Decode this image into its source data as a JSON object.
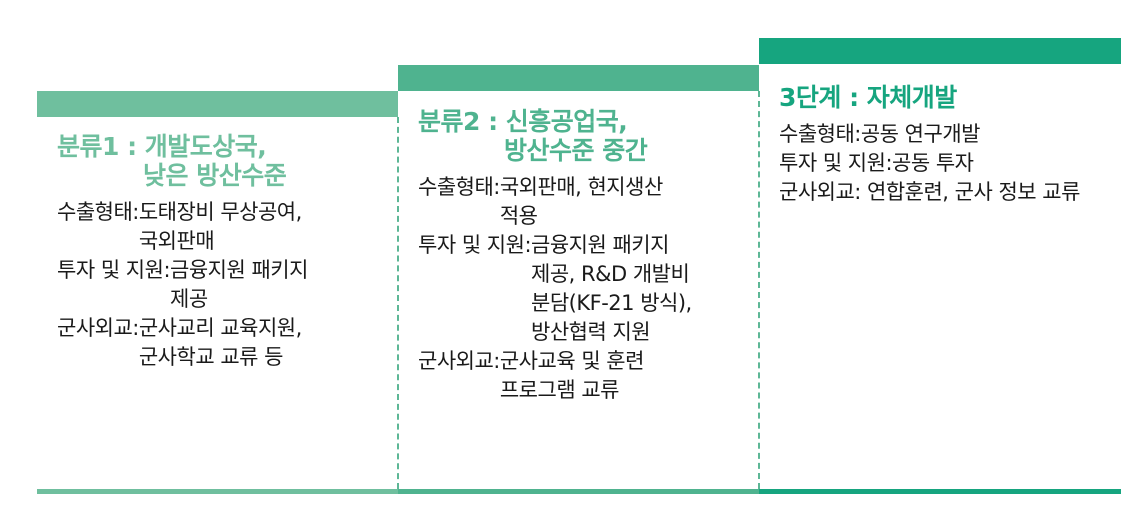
{
  "colors": {
    "stage1": "#6fbf9e",
    "stage2": "#4fb38f",
    "stage3": "#16a57f"
  },
  "stages": [
    {
      "heading_line1": "분류1 : 개발도상국,",
      "heading_line2": "낮은 방산수준",
      "rows": [
        {
          "label": "수출형태: ",
          "value": "도태장비 무상공여,\n국외판매"
        },
        {
          "label": "투자 및 지원: ",
          "value": "금융지원 패키지\n제공"
        },
        {
          "label": "군사외교: ",
          "value": "군사교리 교육지원,\n군사학교 교류 등"
        }
      ]
    },
    {
      "heading_line1": "분류2 : 신흥공업국,",
      "heading_line2": "방산수준 중간",
      "rows": [
        {
          "label": "수출형태: ",
          "value": "국외판매, 현지생산\n적용"
        },
        {
          "label": "투자 및 지원: ",
          "value": "금융지원 패키지\n제공, R&D 개발비\n분담(KF-21 방식),\n방산협력 지원"
        },
        {
          "label": "군사외교: ",
          "value": "군사교육 및 훈련\n프로그램 교류"
        }
      ]
    },
    {
      "heading_line1": "3단계 : 자체개발",
      "rows": [
        {
          "label": "수출형태: ",
          "value": "공동 연구개발"
        },
        {
          "label": "투자 및 지원: ",
          "value": "공동 투자"
        },
        {
          "label": "군사외교: ",
          "value": "연합훈련, 군사 정보 교류"
        }
      ]
    }
  ]
}
